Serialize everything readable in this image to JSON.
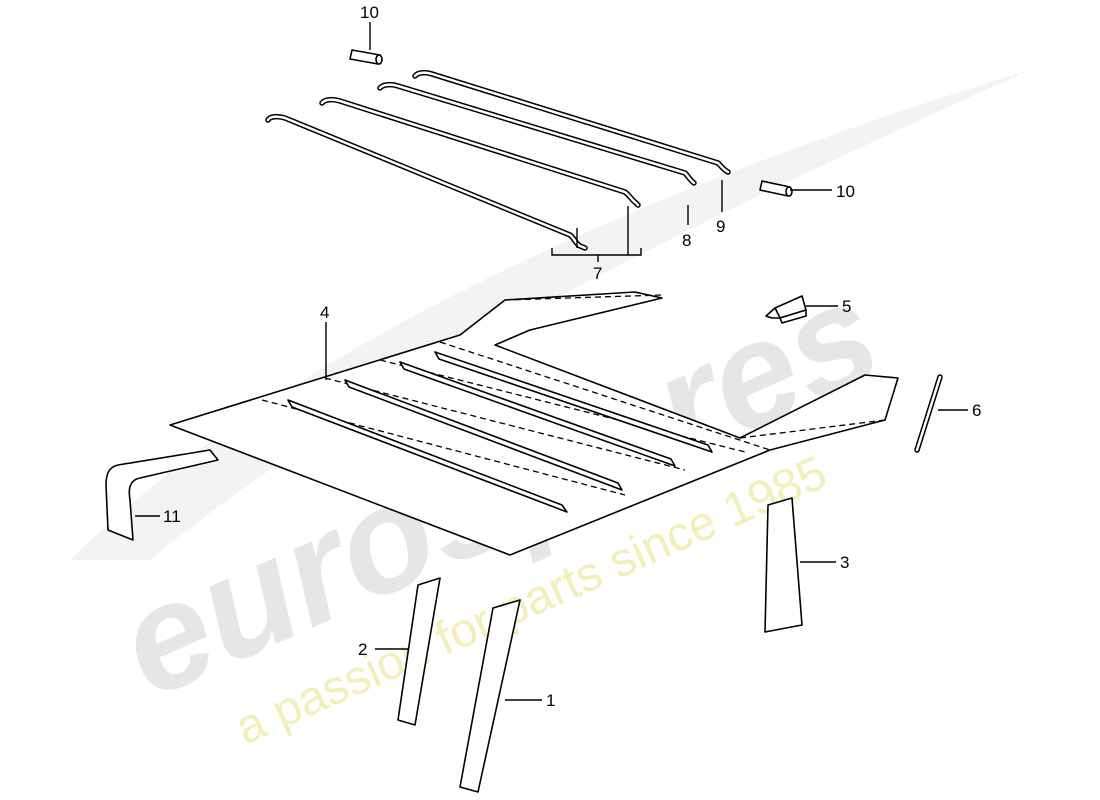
{
  "callouts": {
    "c1": "1",
    "c2": "2",
    "c3": "3",
    "c4": "4",
    "c5": "5",
    "c6": "6",
    "c7": "7",
    "c8": "8",
    "c9": "9",
    "c10a": "10",
    "c10b": "10",
    "c11": "11"
  },
  "watermark": {
    "brand": "eurospares",
    "tagline": "a passion for parts since 1985",
    "brand_color": "#e6e6e6",
    "tagline_color": "#f2efb8"
  }
}
